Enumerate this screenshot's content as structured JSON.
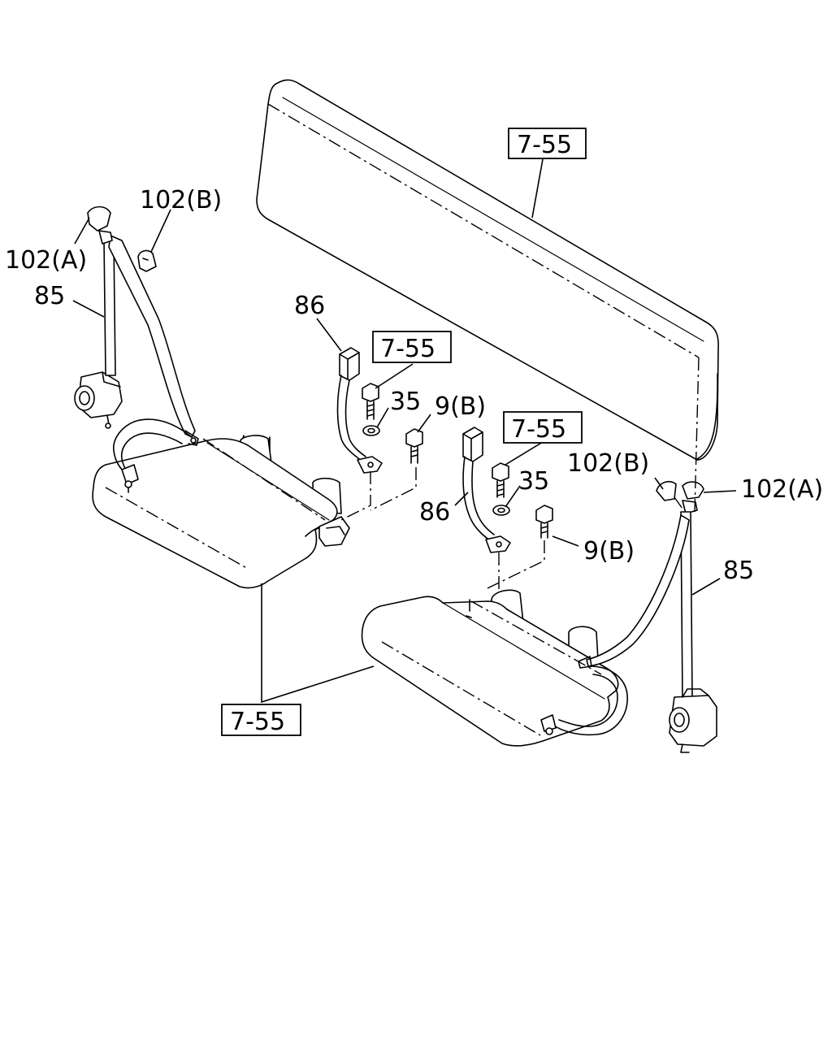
{
  "labels": {
    "l_102b_left": "102(B)",
    "l_102a_left": "102(A)",
    "l_85_left": "85",
    "l_86_left": "86",
    "l_35_left": "35",
    "l_9b_left": "9(B)",
    "l_86_right": "86",
    "l_35_right": "35",
    "l_9b_right": "9(B)",
    "l_102b_right": "102(B)",
    "l_102a_right": "102(A)",
    "l_85_right": "85"
  },
  "refs": {
    "ref_top": "7-55",
    "ref_mid_left": "7-55",
    "ref_mid_right": "7-55",
    "ref_bottom": "7-55"
  }
}
